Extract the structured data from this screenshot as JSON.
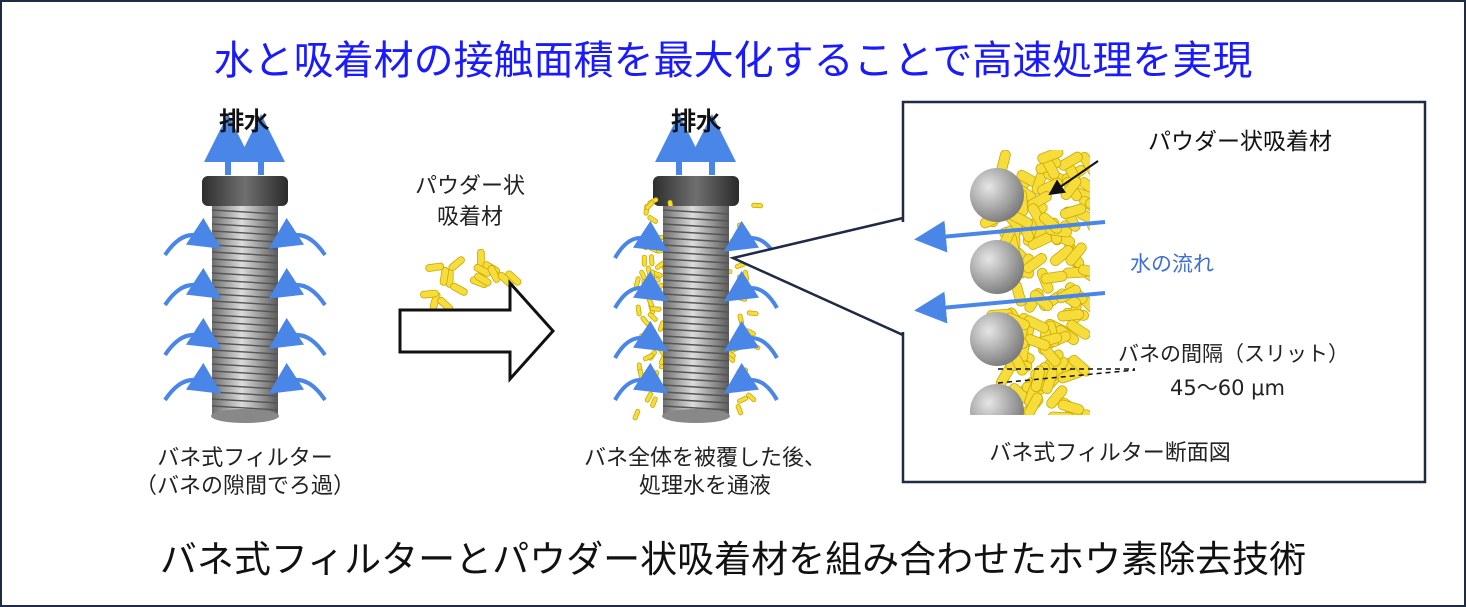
{
  "title": "水と吸着材の接触面積を最大化することで高速処理を実現",
  "left_filter": {
    "drain_label": "排水",
    "caption_line1": "バネ式フィルター",
    "caption_line2": "（バネの隙間でろ過）"
  },
  "middle_label": {
    "line1": "パウダー状",
    "line2": "吸着材"
  },
  "coated_filter": {
    "drain_label": "排水",
    "caption_line1": "バネ全体を被覆した後、",
    "caption_line2": "処理水を通液"
  },
  "cross_section": {
    "adsorbent_label": "パウダー状吸着材",
    "flow_label": "水の流れ",
    "gap_label": "バネの間隔（スリット）",
    "gap_value": "45〜60 μm",
    "caption": "バネ式フィルター断面図"
  },
  "bottom_caption": "バネ式フィルターとパウダー状吸着材を組み合わせたホウ素除去技術",
  "colors": {
    "title": "#1a1aff",
    "arrow_blue": "#4a86e8",
    "adsorbent_yellow": "#f6dd3c",
    "frame": "#1f2a44"
  }
}
